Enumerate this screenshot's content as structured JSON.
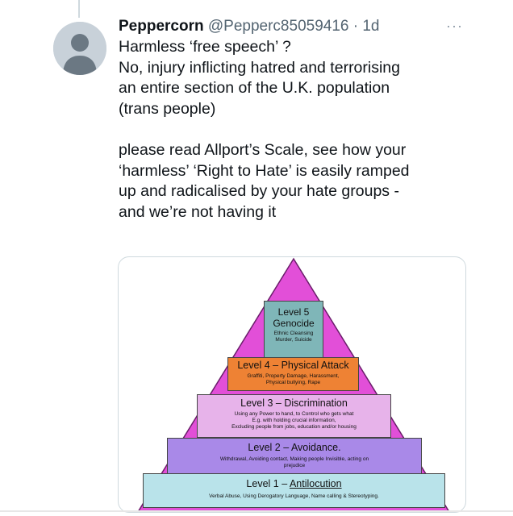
{
  "tweet": {
    "display_name": "Peppercorn",
    "handle": "@Pepperc85059416",
    "separator": "·",
    "time": "1d",
    "more_icon": "···",
    "paragraph1": "Harmless ‘free speech’ ?\nNo, injury inflicting hatred and terrorising\nan entire section of the U.K. population\n(trans people)",
    "paragraph2": "please read Allport’s Scale, see how your\n‘harmless’ ‘Right to Hate’ is easily ramped\nup and radicalised by your hate groups -\nand we’re not having it"
  },
  "image": {
    "levels": [
      {
        "title": "Level 5\nGenocide",
        "detail": "Ethnic Cleansing\nMurder, Suicide"
      },
      {
        "title": "Level 4 – Physical Attack",
        "detail": "Graffiti, Property Damage, Harassment,\nPhysical bullying, Rape"
      },
      {
        "title": "Level 3 – Discrimination",
        "detail": "Using any Power to hand, to Control who gets what\nE.g. with holding crucial information,\nExcluding people from jobs, education and/or housing"
      },
      {
        "title": "Level 2 – Avoidance.",
        "detail": "Withdrawal, Avoiding contact, Making people Invisible, acting on\nprejudice"
      },
      {
        "title_prefix": "Level 1 – ",
        "title_underlined": "Antilocution",
        "detail": "Verbal Abuse, Using Derogatory Language, Name calling & Stereotyping."
      }
    ]
  },
  "colors": {
    "pyramid": "#e24fd8",
    "level5": "#7fb6b8",
    "level4": "#ee8234",
    "level3": "#e7b3ea",
    "level2": "#a989e8",
    "level1": "#b9e3ea"
  }
}
